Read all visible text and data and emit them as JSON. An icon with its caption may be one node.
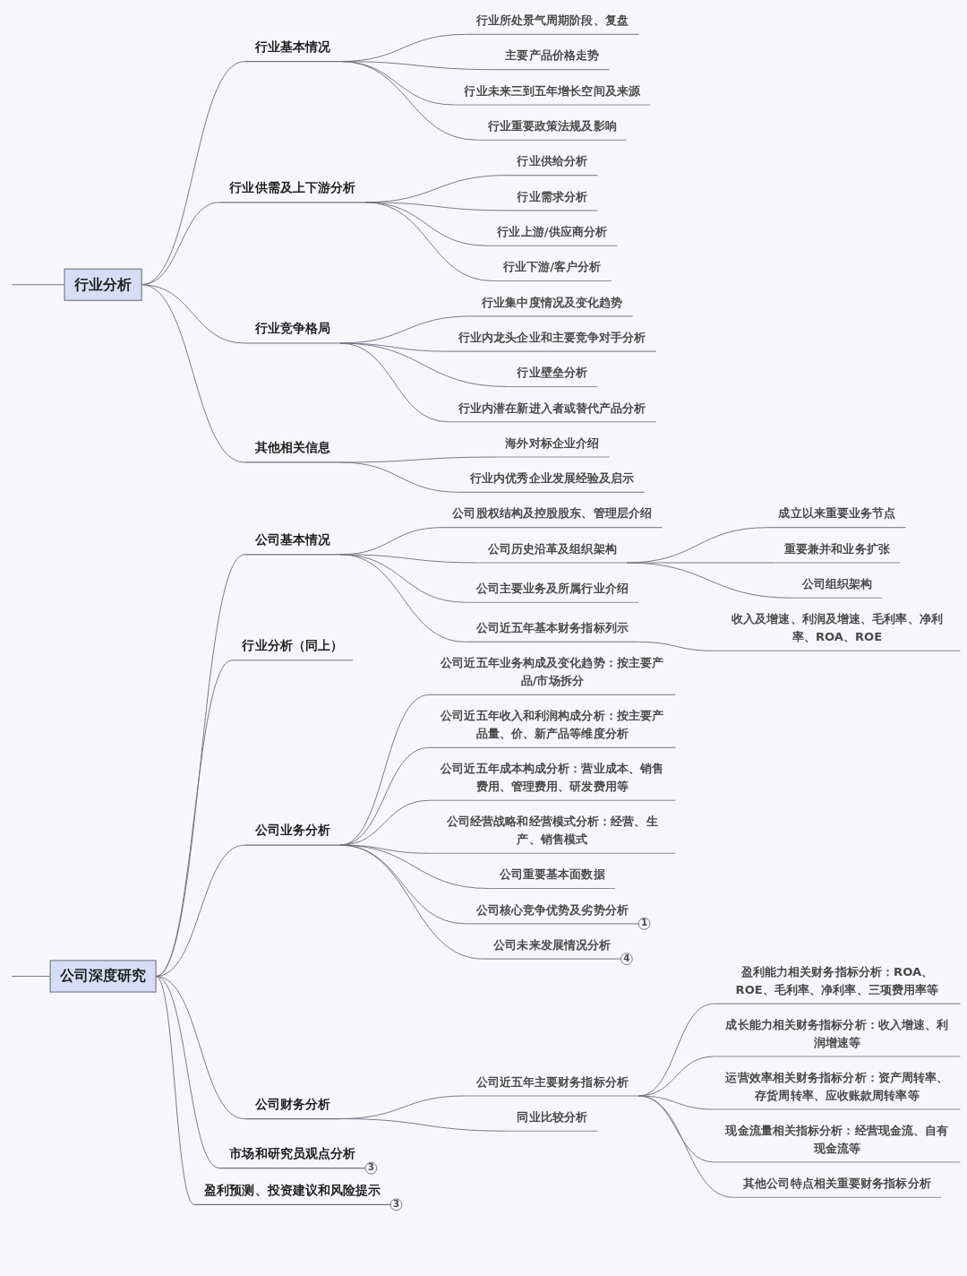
{
  "diagram": {
    "nodes": [
      {
        "text": [
          "行业分析"
        ]
      },
      {
        "text": [
          "行业基本情况"
        ]
      },
      {
        "text": [
          "行业所处景气周期阶段、复盘"
        ]
      },
      {
        "text": [
          "主要产品价格走势"
        ]
      },
      {
        "text": [
          "行业未来三到五年增长空间及来源"
        ]
      },
      {
        "text": [
          "行业重要政策法规及影响"
        ]
      },
      {
        "text": [
          "行业供需及上下游分析"
        ]
      },
      {
        "text": [
          "行业供给分析"
        ]
      },
      {
        "text": [
          "行业需求分析"
        ]
      },
      {
        "text": [
          "行业上游/供应商分析"
        ]
      },
      {
        "text": [
          "行业下游/客户分析"
        ]
      },
      {
        "text": [
          "行业竞争格局"
        ]
      },
      {
        "text": [
          "行业集中度情况及变化趋势"
        ]
      },
      {
        "text": [
          "行业内龙头企业和主要竞争对手分析"
        ]
      },
      {
        "text": [
          "行业壁垒分析"
        ]
      },
      {
        "text": [
          "行业内潜在新进入者或替代产品分析"
        ]
      },
      {
        "text": [
          "其他相关信息"
        ]
      },
      {
        "text": [
          "海外对标企业介绍"
        ]
      },
      {
        "text": [
          "行业内优秀企业发展经验及启示"
        ]
      },
      {
        "text": [
          "公司深度研究"
        ]
      },
      {
        "text": [
          "公司基本情况"
        ]
      },
      {
        "text": [
          "公司股权结构及控股股东、管理层介绍"
        ]
      },
      {
        "text": [
          "公司历史沿革及组织架构"
        ]
      },
      {
        "text": [
          "成立以来重要业务节点"
        ]
      },
      {
        "text": [
          "重要兼并和业务扩张"
        ]
      },
      {
        "text": [
          "公司组织架构"
        ]
      },
      {
        "text": [
          "公司主要业务及所属行业介绍"
        ]
      },
      {
        "text": [
          "公司近五年基本财务指标列示"
        ]
      },
      {
        "text": [
          "收入及增速、利润及增速、毛利率、净利率、ROA、ROE"
        ]
      },
      {
        "text": [
          "行业分析（同上）"
        ]
      },
      {
        "text": [
          "公司业务分析"
        ]
      },
      {
        "text": [
          "公司近五年业务构成及变化趋势：按主要产品/市场拆分"
        ]
      },
      {
        "text": [
          "公司近五年收入和利润构成分析：按主要产品量、价、新产品等维度分析"
        ]
      },
      {
        "text": [
          "公司近五年成本构成分析：营业成本、销售费用、管理费用、研发费用等"
        ]
      },
      {
        "text": [
          "公司经营战略和经营模式分析：经营、生产、销售模式"
        ]
      },
      {
        "text": [
          "公司重要基本面数据"
        ]
      },
      {
        "text": [
          "公司核心竞争优势及劣势分析"
        ],
        "beside": [
          "1"
        ]
      },
      {
        "text": [
          "公司未来发展情况分析"
        ],
        "beside": [
          "4"
        ]
      },
      {
        "text": [
          "公司财务分析"
        ]
      },
      {
        "text": [
          "公司近五年主要财务指标分析"
        ]
      },
      {
        "text": [
          "盈利能力相关财务指标分析：ROA、ROE、毛利率、净利率、三项费用率等"
        ]
      },
      {
        "text": [
          "成长能力相关财务指标分析：收入增速、利润增速等"
        ]
      },
      {
        "text": [
          "运营效率相关财务指标分析：资产周转率、存货周转率、应收账款周转率等"
        ]
      },
      {
        "text": [
          "现金流量相关指标分析：经营现金流、自有现金流等"
        ]
      },
      {
        "text": [
          "其他公司特点相关重要财务指标分析"
        ]
      },
      {
        "text": [
          "同业比较分析"
        ]
      },
      {
        "text": [
          "市场和研究员观点分析"
        ],
        "beside": [
          "3"
        ]
      },
      {
        "text": [
          "盈利预测、投资建议和风险提示"
        ],
        "beside": [
          "3"
        ]
      }
    ],
    "edges": [
      {
        "from": null,
        "to": 0,
        "arrow": "none"
      },
      {
        "from": 0,
        "to": 1,
        "arrow": "none"
      },
      {
        "from": 1,
        "to": 2,
        "arrow": "none"
      },
      {
        "from": 1,
        "to": 3,
        "arrow": "none"
      },
      {
        "from": 1,
        "to": 4,
        "arrow": "none"
      },
      {
        "from": 1,
        "to": 5,
        "arrow": "none"
      },
      {
        "from": 0,
        "to": 6,
        "arrow": "none"
      },
      {
        "from": 6,
        "to": 7,
        "arrow": "none"
      },
      {
        "from": 6,
        "to": 8,
        "arrow": "none"
      },
      {
        "from": 6,
        "to": 9,
        "arrow": "none"
      },
      {
        "from": 6,
        "to": 10,
        "arrow": "none"
      },
      {
        "from": 0,
        "to": 11,
        "arrow": "none"
      },
      {
        "from": 11,
        "to": 12,
        "arrow": "none"
      },
      {
        "from": 11,
        "to": 13,
        "arrow": "none"
      },
      {
        "from": 11,
        "to": 14,
        "arrow": "none"
      },
      {
        "from": 11,
        "to": 15,
        "arrow": "none"
      },
      {
        "from": 0,
        "to": 16,
        "arrow": "none"
      },
      {
        "from": 16,
        "to": 17,
        "arrow": "none"
      },
      {
        "from": 16,
        "to": 18,
        "arrow": "none"
      },
      {
        "from": null,
        "to": 19,
        "arrow": "none"
      },
      {
        "from": 19,
        "to": 20,
        "arrow": "none"
      },
      {
        "from": 20,
        "to": 21,
        "arrow": "none"
      },
      {
        "from": 20,
        "to": 22,
        "arrow": "none"
      },
      {
        "from": 22,
        "to": 23,
        "arrow": "none"
      },
      {
        "from": 22,
        "to": 24,
        "arrow": "none"
      },
      {
        "from": 22,
        "to": 25,
        "arrow": "none"
      },
      {
        "from": 20,
        "to": 26,
        "arrow": "none"
      },
      {
        "from": 20,
        "to": 27,
        "arrow": "none"
      },
      {
        "from": 27,
        "to": 28,
        "arrow": "none"
      },
      {
        "from": 19,
        "to": 29,
        "arrow": "none"
      },
      {
        "from": 19,
        "to": 30,
        "arrow": "none"
      },
      {
        "from": 30,
        "to": 31,
        "arrow": "none"
      },
      {
        "from": 30,
        "to": 32,
        "arrow": "none"
      },
      {
        "from": 30,
        "to": 33,
        "arrow": "none"
      },
      {
        "from": 30,
        "to": 34,
        "arrow": "none"
      },
      {
        "from": 30,
        "to": 35,
        "arrow": "none"
      },
      {
        "from": 30,
        "to": 36,
        "arrow": "none"
      },
      {
        "from": 30,
        "to": 37,
        "arrow": "none"
      },
      {
        "from": 19,
        "to": 38,
        "arrow": "none"
      },
      {
        "from": 38,
        "to": 39,
        "arrow": "none"
      },
      {
        "from": 39,
        "to": 40,
        "arrow": "none"
      },
      {
        "from": 39,
        "to": 41,
        "arrow": "none"
      },
      {
        "from": 39,
        "to": 42,
        "arrow": "none"
      },
      {
        "from": 39,
        "to": 43,
        "arrow": "none"
      },
      {
        "from": 39,
        "to": 44,
        "arrow": "none"
      },
      {
        "from": 38,
        "to": 45,
        "arrow": "none"
      },
      {
        "from": 19,
        "to": 46,
        "arrow": "none"
      },
      {
        "from": 19,
        "to": 47,
        "arrow": "none"
      }
    ]
  }
}
